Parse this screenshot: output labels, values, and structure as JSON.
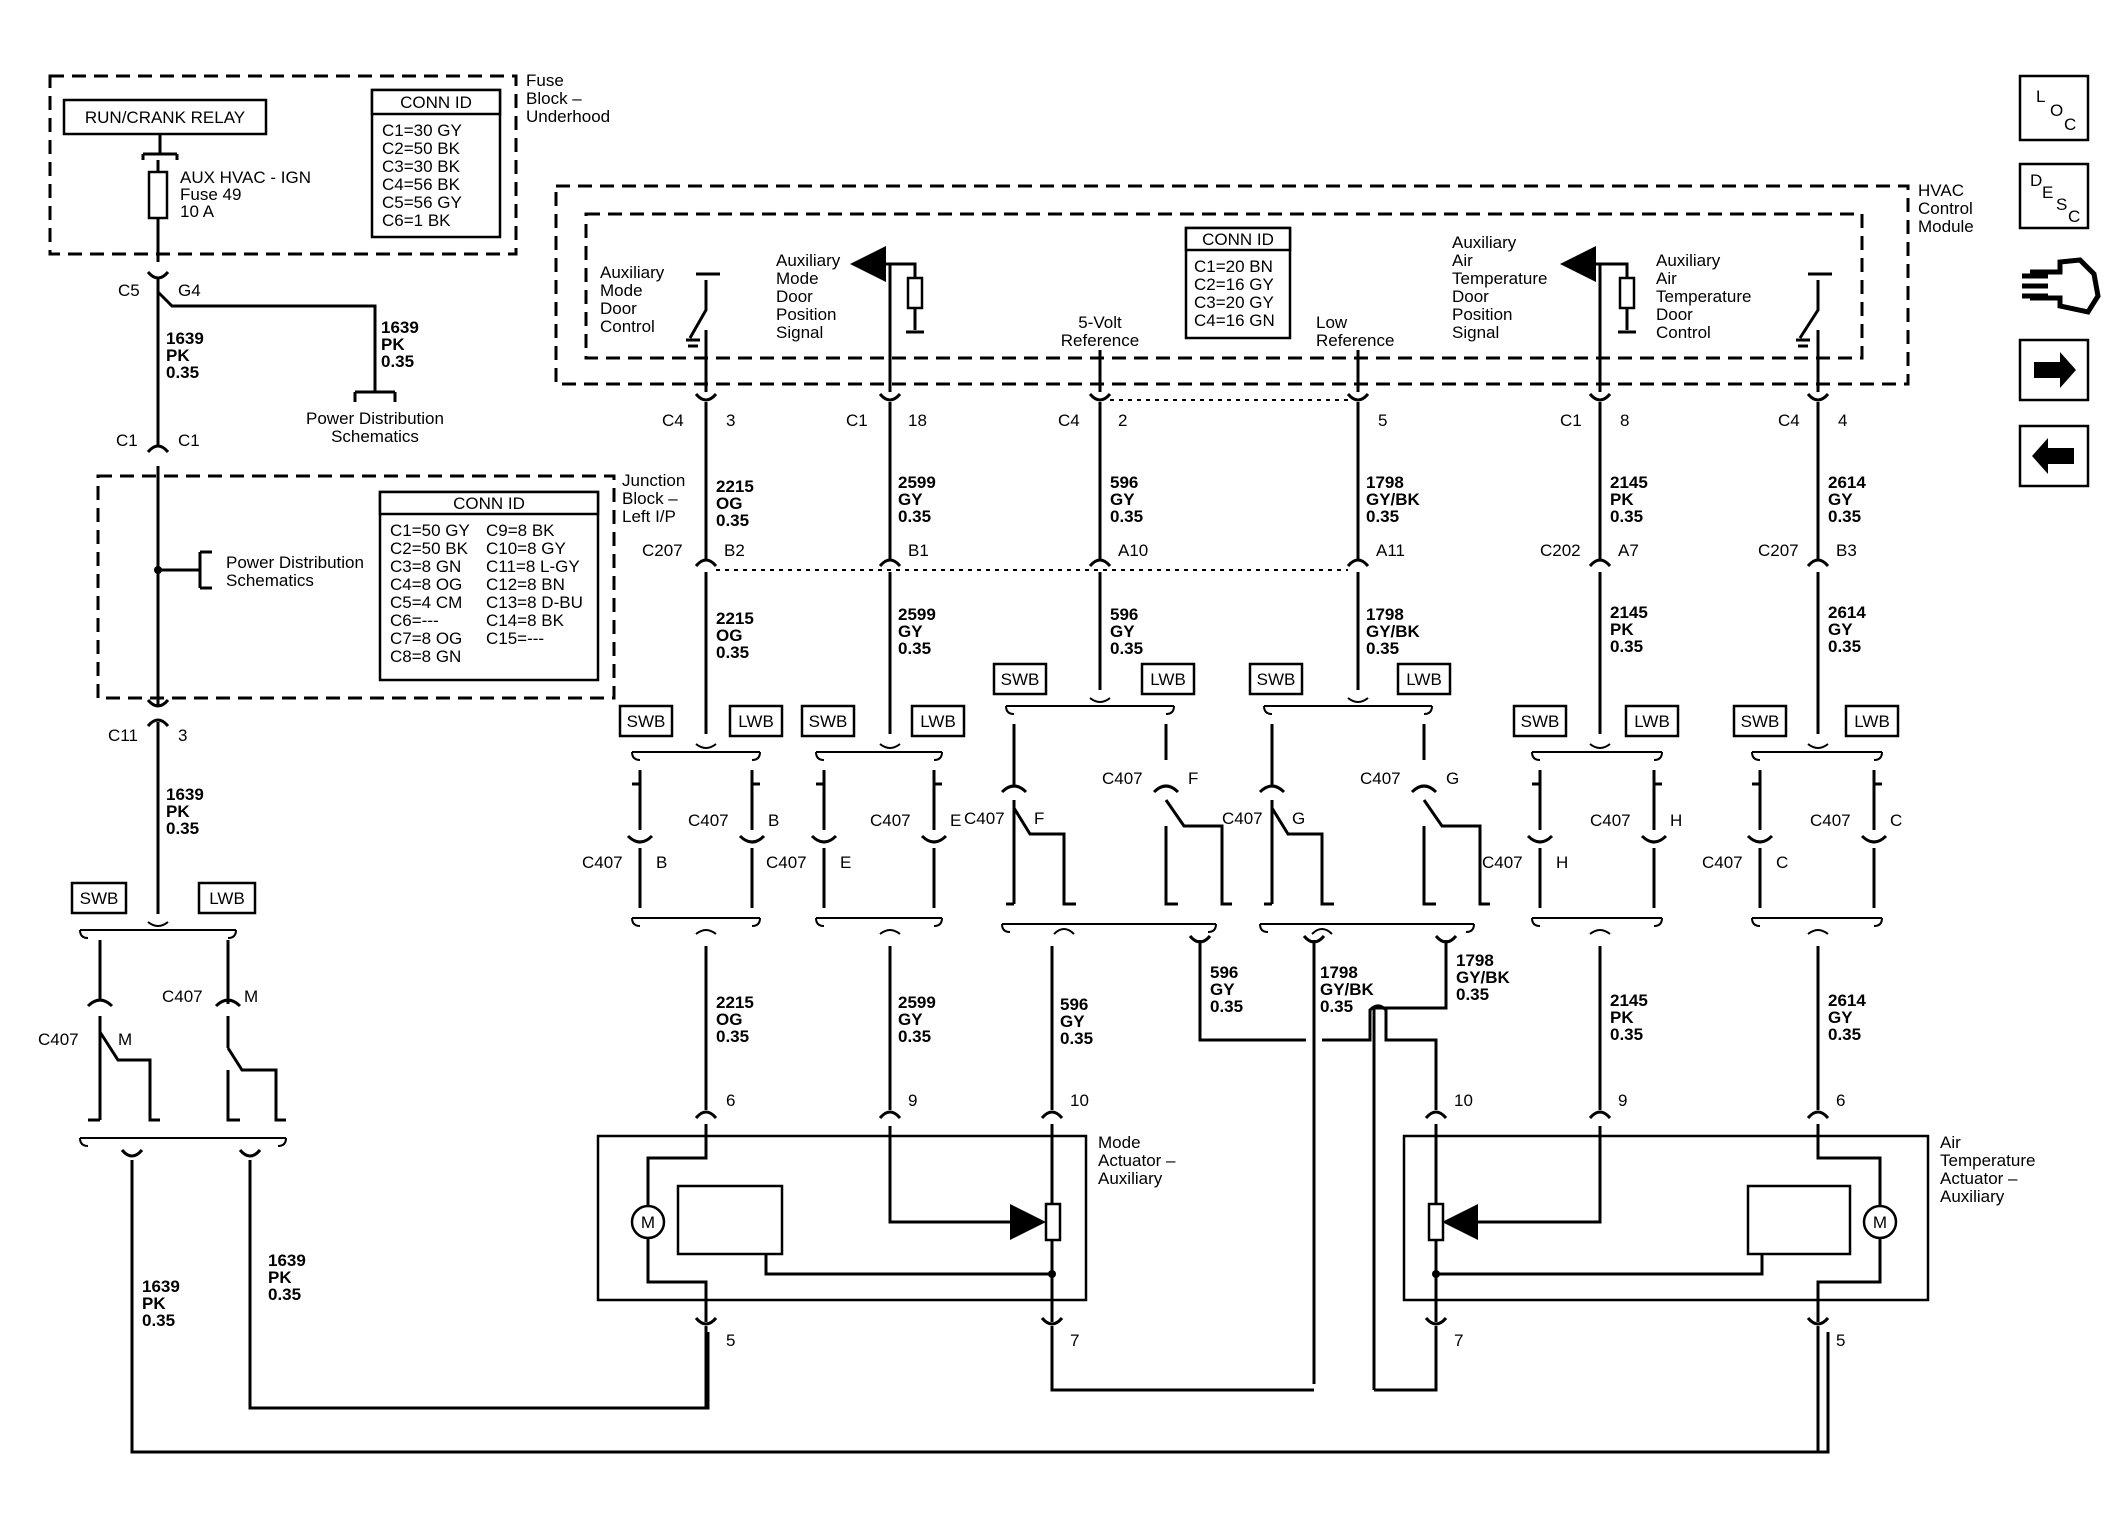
{
  "fuse_block": {
    "relay": "RUN/CRANK RELAY",
    "fuse_lines": [
      "AUX HVAC - IGN",
      "Fuse 49",
      "10 A"
    ],
    "title_lines": [
      "Fuse",
      "Block –",
      "Underhood"
    ],
    "conn_title": "CONN ID",
    "conn": [
      "C1=30 GY",
      "C2=50 BK",
      "C3=30 BK",
      "C4=56 BK",
      "C5=56 GY",
      "C6=1 BK"
    ],
    "c5": "C5",
    "g4": "G4"
  },
  "hvac_module": {
    "title_lines": [
      "HVAC",
      "Control",
      "Module"
    ],
    "conn_title": "CONN ID",
    "conn": [
      "C1=20 BN",
      "C2=16 GY",
      "C3=20 GY",
      "C4=16 GN"
    ],
    "amdc": [
      "Auxiliary",
      "Mode",
      "Door",
      "Control"
    ],
    "amdps": [
      "Auxiliary",
      "Mode",
      "Door",
      "Position",
      "Signal"
    ],
    "ref5v": [
      "5-Volt",
      "Reference"
    ],
    "lowref": [
      "Low",
      "Reference"
    ],
    "aatdps": [
      "Auxiliary",
      "Air",
      "Temperature",
      "Door",
      "Position",
      "Signal"
    ],
    "aatdc": [
      "Auxiliary",
      "Air",
      "Temperature",
      "Door",
      "Control"
    ]
  },
  "junction_block": {
    "title_lines": [
      "Junction",
      "Block –",
      "Left I/P"
    ],
    "conn_title": "CONN ID",
    "conn_left": [
      "C1=50 GY",
      "C2=50 BK",
      "C3=8 GN",
      "C4=8 OG",
      "C5=4 CM",
      "C6=---",
      "C7=8 OG",
      "C8=8 GN"
    ],
    "conn_right": [
      "C9=8 BK",
      "C10=8 GY",
      "C11=8 L-GY",
      "C12=8 BN",
      "C13=8 D-BU",
      "C14=8 BK",
      "C15=---"
    ],
    "pds": [
      "Power Distribution",
      "Schematics"
    ]
  },
  "power_dist": [
    "Power Distribution",
    "Schematics"
  ],
  "wire_1639": [
    "1639",
    "PK",
    "0.35"
  ],
  "wire_2215": [
    "2215",
    "OG",
    "0.35"
  ],
  "wire_2599": [
    "2599",
    "GY",
    "0.35"
  ],
  "wire_596": [
    "596",
    "GY",
    "0.35"
  ],
  "wire_1798": [
    "1798",
    "GY/BK",
    "0.35"
  ],
  "wire_2145": [
    "2145",
    "PK",
    "0.35"
  ],
  "wire_2614": [
    "2614",
    "GY",
    "0.35"
  ],
  "connectors": {
    "c1": "C1",
    "c4": "C4",
    "c11": "C11",
    "c202": "C202",
    "c207": "C207",
    "c407": "C407",
    "pins": {
      "p3": "3",
      "p18": "18",
      "p2": "2",
      "p5": "5",
      "p8": "8",
      "p4": "4",
      "b2": "B2",
      "b1": "B1",
      "a10": "A10",
      "a11": "A11",
      "a7": "A7",
      "b3": "B3",
      "p6": "6",
      "p7": "7",
      "p9": "9",
      "p10": "10"
    },
    "letters": {
      "B": "B",
      "E": "E",
      "F": "F",
      "G": "G",
      "H": "H",
      "C": "C",
      "M": "M"
    }
  },
  "variant": {
    "swb": "SWB",
    "lwb": "LWB"
  },
  "mode_actuator": [
    "Mode",
    "Actuator –",
    "Auxiliary"
  ],
  "air_actuator": [
    "Air",
    "Temperature",
    "Actuator –",
    "Auxiliary"
  ],
  "motor": "M",
  "nav": {
    "loc": [
      "L",
      "O",
      "C"
    ],
    "desc": [
      "D",
      "E",
      "S",
      "C"
    ]
  }
}
